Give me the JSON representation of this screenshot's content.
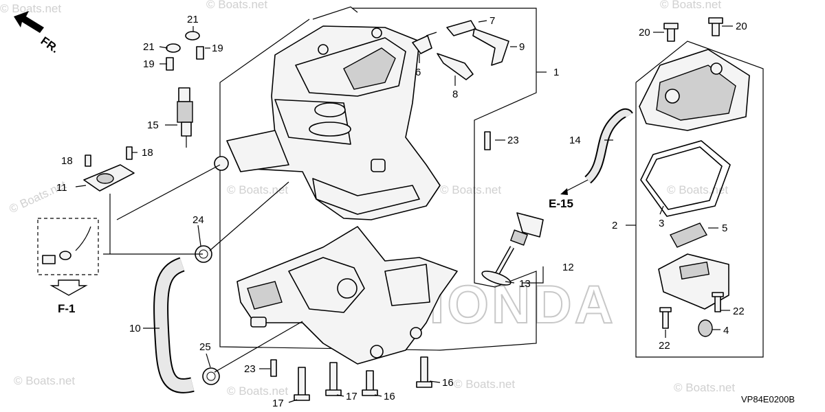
{
  "watermark": "© Boats.net",
  "brand_text": "HONDA",
  "orientation": {
    "label": "FR."
  },
  "references": {
    "e15": "E-15",
    "f1": "F-1"
  },
  "diagram_code": "VP84E0200B",
  "labels": {
    "p1": "1",
    "p2": "2",
    "p3": "3",
    "p4": "4",
    "p5": "5",
    "p6": "6",
    "p7": "7",
    "p8": "8",
    "p9": "9",
    "p10": "10",
    "p11": "11",
    "p12": "12",
    "p13": "13",
    "p14": "14",
    "p15": "15",
    "p16a": "16",
    "p16b": "16",
    "p17a": "17",
    "p17b": "17",
    "p18a": "18",
    "p18b": "18",
    "p19a": "19",
    "p19b": "19",
    "p20a": "20",
    "p20b": "20",
    "p21a": "21",
    "p21b": "21",
    "p22a": "22",
    "p22b": "22",
    "p23a": "23",
    "p23b": "23",
    "p24": "24",
    "p25": "25"
  }
}
